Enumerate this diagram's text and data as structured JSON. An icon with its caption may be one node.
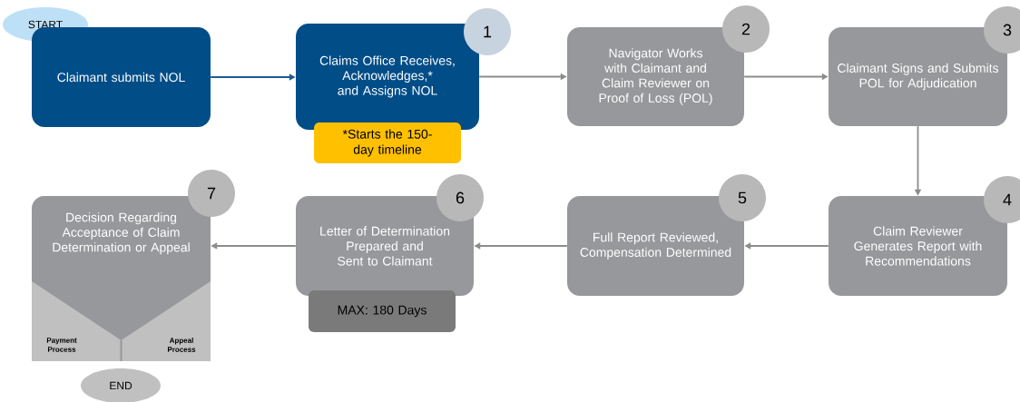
{
  "diagram": {
    "nodes": [
      {
        "text": [
          "START"
        ]
      },
      {
        "text": [
          "Claimant submits NOL"
        ]
      },
      {
        "text": [
          "Claims Office Receives, Acknowledges,* and Assigns NOL"
        ]
      },
      {
        "text": [
          "1"
        ]
      },
      {
        "text": [
          "*Starts the 150-day timeline"
        ]
      },
      {
        "text": [
          "Navigator Works with Claimant and Claim Reviewer on Proof of Loss (POL)"
        ]
      },
      {
        "text": [
          "2"
        ]
      },
      {
        "text": [
          "Claimant Signs and Submits POL for Adjudication"
        ]
      },
      {
        "text": [
          "3"
        ]
      },
      {
        "text": [
          "Claim Reviewer Generates Report with Recommendations"
        ]
      },
      {
        "text": [
          "4"
        ]
      },
      {
        "text": [
          "Full Report Reviewed, Compensation Determined"
        ]
      },
      {
        "text": [
          "5"
        ]
      },
      {
        "text": [
          "Letter of Determination Prepared and Sent to Claimant"
        ]
      },
      {
        "text": [
          "6"
        ]
      },
      {
        "text": [
          "MAX: 180 Days"
        ]
      },
      {
        "text": [
          "Decision Regarding Acceptance of Claim Determination or Appeal"
        ]
      },
      {
        "text": [
          "7"
        ]
      },
      {
        "text": [
          "Payment Process"
        ],
        "in": 16
      },
      {
        "text": [
          "Appeal Process"
        ],
        "in": 16
      },
      {
        "text": [
          "END"
        ]
      }
    ],
    "edges": [
      {
        "from": 1,
        "to": 2,
        "arrow": "to",
        "color": "#1f5c8f"
      },
      {
        "from": 2,
        "to": 5,
        "arrow": "to"
      },
      {
        "from": 5,
        "to": 7,
        "arrow": "to"
      },
      {
        "from": 7,
        "to": 9,
        "arrow": "to"
      },
      {
        "from": 9,
        "to": 11,
        "arrow": "to"
      },
      {
        "from": 11,
        "to": 13,
        "arrow": "to"
      },
      {
        "from": 13,
        "to": 16,
        "arrow": "to"
      }
    ]
  }
}
